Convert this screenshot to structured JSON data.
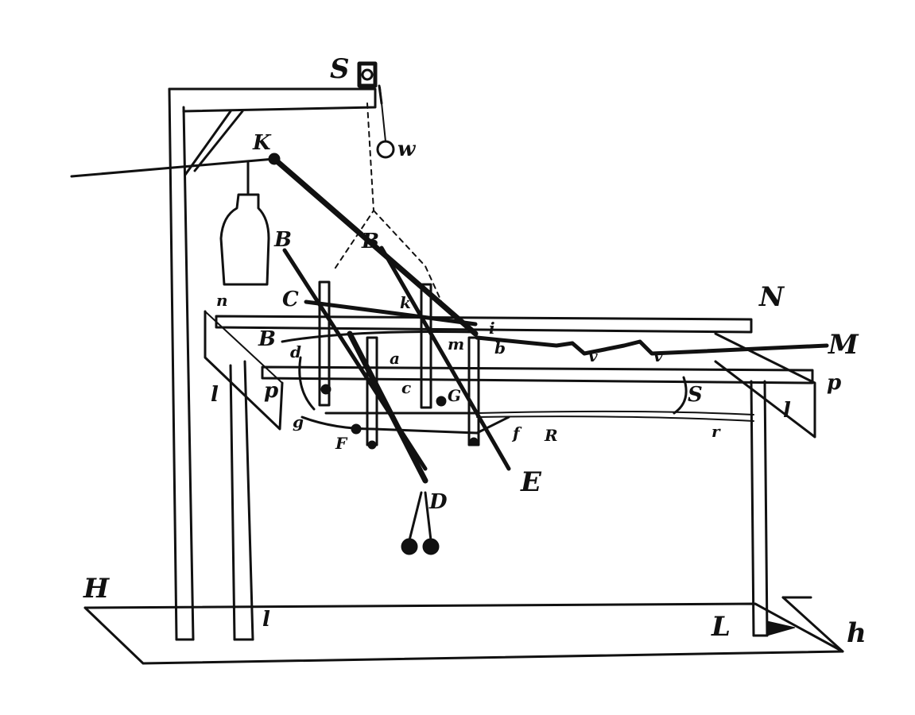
{
  "diagram": {
    "labels": {
      "S": "S",
      "w": "w",
      "K": "K",
      "B_left": "B",
      "B_right": "B",
      "C_upper": "C",
      "k": "k",
      "N": "N",
      "n": "n",
      "B_mid": "B",
      "d": "d",
      "a": "a",
      "i": "i",
      "m": "m",
      "b": "b",
      "v1": "v",
      "v2": "v",
      "M": "M",
      "p_right": "p",
      "p_left": "p",
      "l_left": "l",
      "c_lower": "c",
      "G": "G",
      "g": "g",
      "S_lower": "S",
      "l_right": "l",
      "F_left": "F",
      "f": "f",
      "R": "R",
      "r": "r",
      "E": "E",
      "D": "D",
      "H": "H",
      "l_bottom": "l",
      "L": "L",
      "h": "h"
    }
  }
}
